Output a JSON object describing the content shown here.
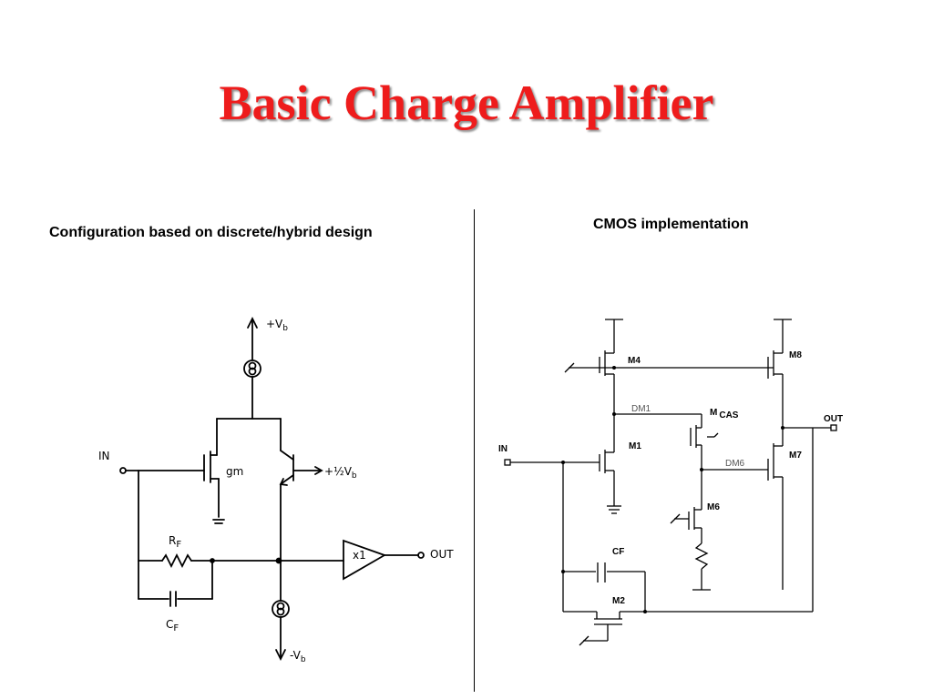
{
  "slide": {
    "title": "Basic Charge Amplifier",
    "left_caption": "Configuration based on discrete/hybrid design",
    "right_caption": "CMOS implementation",
    "title_color": "#ee1c1c"
  },
  "left_circuit": {
    "labels": {
      "supply_pos": "+V",
      "supply_pos_sub": "b",
      "bias_prefix": "+",
      "bias_half": "½",
      "bias_v": "V",
      "bias_sub": "b",
      "supply_neg": "-V",
      "supply_neg_sub": "b",
      "input": "IN",
      "gm": "gm",
      "rf": "R",
      "rf_sub": "F",
      "cf": "C",
      "cf_sub": "F",
      "buffer": "x1",
      "output": "OUT"
    }
  },
  "right_circuit": {
    "labels": {
      "m4": "M4",
      "m8": "M8",
      "dm1": "DM1",
      "mcas_m": "M",
      "mcas_sub": "CAS",
      "out": "OUT",
      "in": "IN",
      "m1": "M1",
      "dm6": "DM6",
      "m7": "M7",
      "m6": "M6",
      "cf": "CF",
      "m2": "M2"
    }
  }
}
